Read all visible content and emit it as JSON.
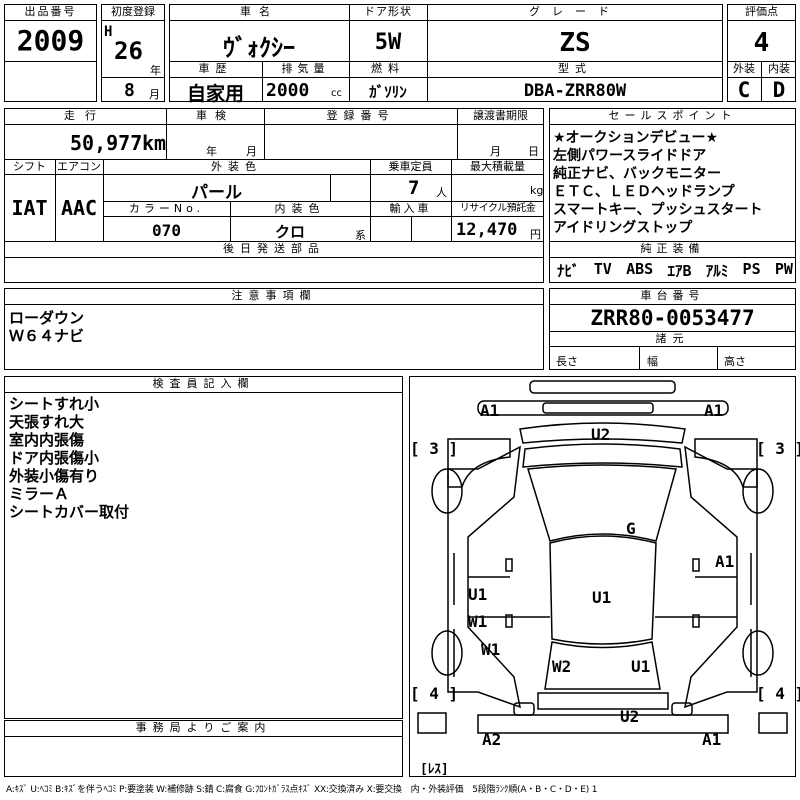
{
  "header": {
    "labels": {
      "lot_number": "出品番号",
      "first_reg": "初度登録",
      "car_name": "車名",
      "door_type": "ドア形状",
      "grade": "グレード",
      "score": "評価点",
      "history": "車歴",
      "displacement": "排気量",
      "fuel": "燃料",
      "model_code": "型式",
      "exterior": "外装",
      "interior": "内装"
    },
    "lot_number": "2009",
    "era": "H",
    "year": "26",
    "year_unit": "年",
    "month": "8",
    "month_unit": "月",
    "car_name": "ｳﾞｫｸｼｰ",
    "door_type": "5W",
    "grade": "ZS",
    "score": "4",
    "history": "自家用",
    "displacement": "2000",
    "displacement_unit": "cc",
    "fuel": "ｶﾞｿﾘﾝ",
    "model_code": "DBA-ZRR80W",
    "exterior_grade": "C",
    "interior_grade": "D"
  },
  "row2": {
    "labels": {
      "mileage": "走行",
      "inspection": "車検",
      "registration": "登録番号",
      "transfer_deadline": "譲渡書期限",
      "shift": "シフト",
      "aircon": "エアコン",
      "exterior_color": "外装色",
      "capacity": "乗車定員",
      "max_load": "最大積載量",
      "color_no": "カラーNo.",
      "interior_color": "内装色",
      "import": "輸入車",
      "recycle": "リサイクル預託金",
      "later_parts": "後日発送部品"
    },
    "mileage": "50,977",
    "mileage_unit": "km",
    "insp_year_unit": "年",
    "insp_month_unit": "月",
    "transfer_month_unit": "月",
    "transfer_day_unit": "日",
    "shift": "IAT",
    "aircon": "AAC",
    "exterior_color": "パール",
    "capacity": "7",
    "capacity_unit": "人",
    "max_load_unit": "kg",
    "color_no": "070",
    "interior_color": "クロ",
    "interior_color_unit": "系",
    "recycle": "12,470",
    "recycle_unit": "円"
  },
  "sales_points": {
    "title": "セールスポイント",
    "items": [
      "★オークションデビュー★",
      "左側パワースライドドア",
      "純正ナビ、バックモニター",
      "ＥＴＣ、ＬＥＤヘッドランプ",
      "スマートキー、プッシュスタート",
      "アイドリングストップ"
    ],
    "genuine_title": "純正装備",
    "genuine": [
      "ﾅﾋﾞ",
      "TV",
      "ABS",
      "ｴｱB",
      "ｱﾙﾐ",
      "PS",
      "PW"
    ]
  },
  "notes": {
    "title": "注意事項欄",
    "lines": [
      "ローダウン",
      "Ｗ６４ナビ"
    ]
  },
  "chassis": {
    "title": "車台番号",
    "value": "ZRR80-0053477",
    "spec_title": "諸元",
    "length": "長さ",
    "width": "幅",
    "height": "高さ"
  },
  "inspector": {
    "title": "検査員記入欄",
    "lines": [
      "シートすれ小",
      "天張すれ大",
      "室内内張傷",
      "ドア内張傷小",
      "外装小傷有り",
      "ミラーＡ",
      "シートカバー取付"
    ]
  },
  "office": {
    "title": "事務局よりご案内"
  },
  "diagram": {
    "marks": [
      "A1",
      "A1",
      "U2",
      "[ 3 ]",
      "[ 3 ]",
      "G",
      "A1",
      "U1",
      "U1",
      "W1",
      "W1",
      "W2",
      "U1",
      "[ 4 ]",
      "[ 4 ]",
      "U2",
      "A2",
      "A1",
      "[ﾚｽ]"
    ]
  },
  "legend": "A:ｷｽﾞ U:ﾍｺﾐ B:ｷｽﾞを伴うﾍｺﾐ P:要塗装 W:補修跡 S:錆 C:腐食 G:ﾌﾛﾝﾄｶﾞﾗｽ点ｷｽﾞ XX:交換済み X:要交換　内・外装評価　5段階ﾗﾝｸ順(A・B・C・D・E) 1"
}
